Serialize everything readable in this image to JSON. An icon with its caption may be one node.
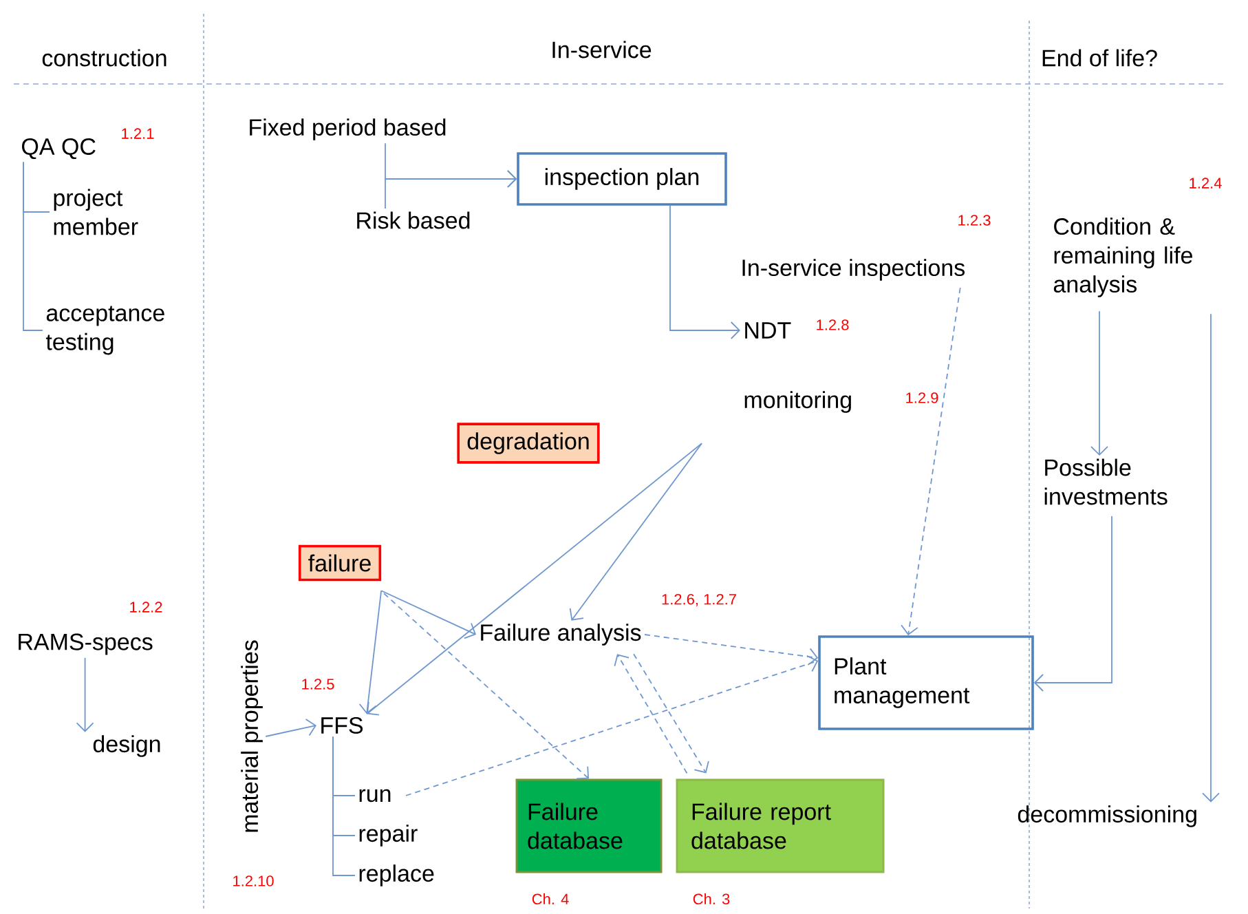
{
  "diagram": {
    "nodes": [
      {
        "text": [
          "QA QC"
        ],
        "beside": [
          "1.2.1"
        ]
      },
      {
        "text": [
          "project member"
        ]
      },
      {
        "text": [
          "acceptance testing"
        ]
      },
      {
        "text": [
          "Fixed period based"
        ]
      },
      {
        "text": [
          "Risk based"
        ]
      },
      {
        "text": [
          "inspection plan"
        ]
      },
      {
        "text": [
          "In-service inspections"
        ],
        "beside": [
          "1.2.3"
        ]
      },
      {
        "text": [
          "NDT"
        ],
        "beside": [
          "1.2.8"
        ]
      },
      {
        "text": [
          "monitoring"
        ],
        "beside": [
          "1.2.9"
        ]
      },
      {
        "text": [
          "degradation"
        ]
      },
      {
        "text": [
          "failure"
        ]
      },
      {
        "text": [
          "Failure analysis"
        ],
        "beside": [
          "1.2.6, 1.2.7"
        ]
      },
      {
        "text": [
          "Plant management"
        ]
      },
      {
        "text": [
          "FFS"
        ],
        "beside": [
          "1.2.5"
        ]
      },
      {
        "text": [
          "run"
        ]
      },
      {
        "text": [
          "repair"
        ]
      },
      {
        "text": [
          "replace"
        ]
      },
      {
        "text": [
          "Failure database"
        ],
        "beside": [
          "Ch. 4"
        ]
      },
      {
        "text": [
          "Failure report database"
        ],
        "beside": [
          "Ch. 3"
        ]
      },
      {
        "text": [
          "material properties"
        ],
        "beside": [
          "1.2.10"
        ]
      },
      {
        "text": [
          "RAMS-specs"
        ],
        "beside": [
          "1.2.2"
        ]
      },
      {
        "text": [
          "design"
        ]
      },
      {
        "text": [
          "Condition & remaining life analysis"
        ],
        "beside": [
          "1.2.4"
        ]
      },
      {
        "text": [
          "Possible investments"
        ]
      },
      {
        "text": [
          "decommissioning"
        ]
      }
    ],
    "edges": [
      {
        "from": 0,
        "to": 1,
        "arrow": "none"
      },
      {
        "from": 0,
        "to": 2,
        "arrow": "none"
      },
      {
        "from": 3,
        "to": 5,
        "arrow": "to"
      },
      {
        "from": 4,
        "to": 5,
        "arrow": "to"
      },
      {
        "from": 5,
        "to": 7,
        "arrow": "to"
      },
      {
        "from": 8,
        "to": 13,
        "arrow": "to"
      },
      {
        "from": 8,
        "to": 11,
        "arrow": "to"
      },
      {
        "from": 10,
        "to": 13,
        "arrow": "to"
      },
      {
        "from": 10,
        "to": 11,
        "arrow": "to"
      },
      {
        "from": 10,
        "to": 17,
        "arrow": "to",
        "style": "dashed"
      },
      {
        "from": 6,
        "to": 12,
        "arrow": "to",
        "style": "dashed"
      },
      {
        "from": 11,
        "to": 12,
        "arrow": "to",
        "style": "dashed"
      },
      {
        "from": 14,
        "to": 12,
        "arrow": "to",
        "style": "dashed"
      },
      {
        "from": 18,
        "to": 11,
        "arrow": "to",
        "style": "dashed"
      },
      {
        "from": 11,
        "to": 18,
        "arrow": "to",
        "style": "dashed"
      },
      {
        "from": 19,
        "to": 13,
        "arrow": "to"
      },
      {
        "from": 13,
        "to": 14,
        "arrow": "none"
      },
      {
        "from": 13,
        "to": 15,
        "arrow": "none"
      },
      {
        "from": 13,
        "to": 16,
        "arrow": "none"
      },
      {
        "from": 20,
        "to": 21,
        "arrow": "to"
      },
      {
        "from": 22,
        "to": 23,
        "arrow": "to"
      },
      {
        "from": 23,
        "to": 12,
        "arrow": "to"
      },
      {
        "from": 22,
        "to": 24,
        "arrow": "to"
      }
    ],
    "labels": [
      "construction",
      "In-service",
      "End of life?"
    ]
  }
}
